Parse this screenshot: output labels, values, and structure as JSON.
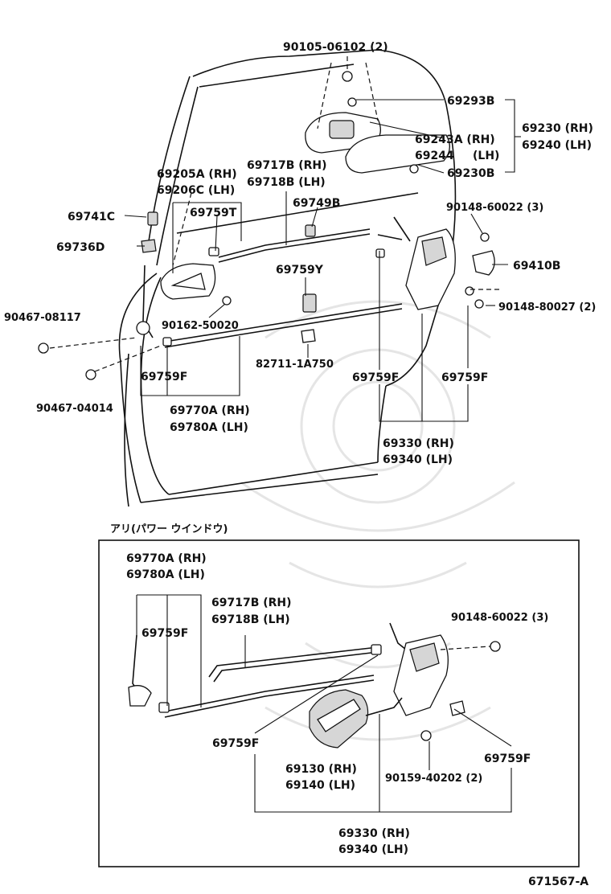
{
  "diagram_id": "671567-A",
  "inset_heading": "アリ(パワー ウインドウ)",
  "upper_labels": [
    {
      "key": "u1",
      "text": "90105-06102 (2)"
    },
    {
      "key": "u2",
      "text": "69293B"
    },
    {
      "key": "u3",
      "text": "69243A (RH)"
    },
    {
      "key": "u4",
      "text": "69244"
    },
    {
      "key": "u5",
      "text": "(LH)"
    },
    {
      "key": "u6",
      "text": "69230 (RH)"
    },
    {
      "key": "u7",
      "text": "69240 (LH)"
    },
    {
      "key": "u8",
      "text": "69230B"
    },
    {
      "key": "u9",
      "text": "69205A (RH)"
    },
    {
      "key": "u10",
      "text": "69206C (LH)"
    },
    {
      "key": "u11",
      "text": "69717B (RH)"
    },
    {
      "key": "u12",
      "text": "69718B (LH)"
    },
    {
      "key": "u13",
      "text": "69749B"
    },
    {
      "key": "u14",
      "text": "90148-60022 (3)"
    },
    {
      "key": "u15",
      "text": "69741C"
    },
    {
      "key": "u16",
      "text": "69759T"
    },
    {
      "key": "u17",
      "text": "69736D"
    },
    {
      "key": "u18",
      "text": "69410B"
    },
    {
      "key": "u19",
      "text": "69759Y"
    },
    {
      "key": "u20",
      "text": "90148-80027 (2)"
    },
    {
      "key": "u21",
      "text": "90467-08117"
    },
    {
      "key": "u22",
      "text": "90162-50020"
    },
    {
      "key": "u23",
      "text": "82711-1A750"
    },
    {
      "key": "u24",
      "text": "69759F"
    },
    {
      "key": "u25",
      "text": "69759F"
    },
    {
      "key": "u26",
      "text": "69759F"
    },
    {
      "key": "u27",
      "text": "90467-04014"
    },
    {
      "key": "u28",
      "text": "69770A (RH)"
    },
    {
      "key": "u29",
      "text": "69780A (LH)"
    },
    {
      "key": "u30",
      "text": "69330 (RH)"
    },
    {
      "key": "u31",
      "text": "69340 (LH)"
    }
  ],
  "inset_labels": [
    {
      "key": "i1",
      "text": "69770A (RH)"
    },
    {
      "key": "i2",
      "text": "69780A (LH)"
    },
    {
      "key": "i3",
      "text": "69717B (RH)"
    },
    {
      "key": "i4",
      "text": "69718B (LH)"
    },
    {
      "key": "i5",
      "text": "90148-60022 (3)"
    },
    {
      "key": "i6",
      "text": "69759F"
    },
    {
      "key": "i7",
      "text": "69759F"
    },
    {
      "key": "i8",
      "text": "69759F"
    },
    {
      "key": "i9",
      "text": "69130 (RH)"
    },
    {
      "key": "i10",
      "text": "69140 (LH)"
    },
    {
      "key": "i11",
      "text": "90159-40202 (2)"
    },
    {
      "key": "i12",
      "text": "69330 (RH)"
    },
    {
      "key": "i13",
      "text": "69340 (LH)"
    }
  ]
}
